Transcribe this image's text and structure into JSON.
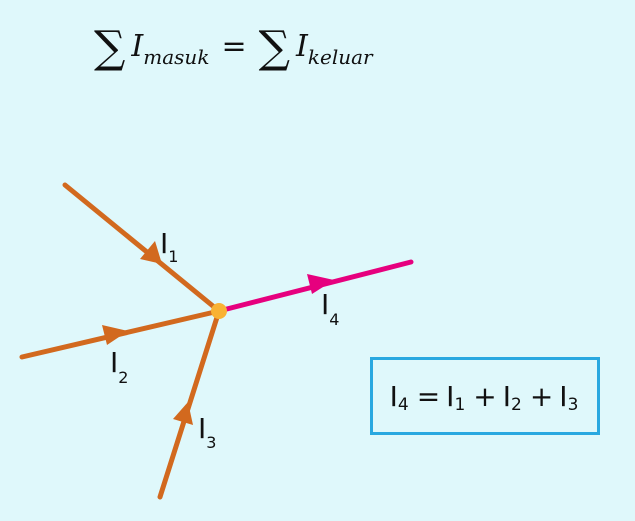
{
  "formula": {
    "sigma_left": "∑",
    "var_left": "I",
    "sub_left": "masuk",
    "equals": "=",
    "sigma_right": "∑",
    "var_right": "I",
    "sub_right": "keluar"
  },
  "diagram": {
    "colors": {
      "background": "#dff8fb",
      "incoming_wire": "#d2691e",
      "outgoing_wire": "#e6007e",
      "junction": "#f9b233",
      "box_border": "#29a8e0"
    },
    "labels": {
      "i1": {
        "main": "I",
        "sub": "1"
      },
      "i2": {
        "main": "I",
        "sub": "2"
      },
      "i3": {
        "main": "I",
        "sub": "3"
      },
      "i4": {
        "main": "I",
        "sub": "4"
      }
    }
  },
  "equation_box": {
    "lhs": "I",
    "lhs_sub": "4",
    "eq": "=",
    "t1": "I",
    "t1_sub": "1",
    "plus1": "+",
    "t2": "I",
    "t2_sub": "2",
    "plus2": "+",
    "t3": "I",
    "t3_sub": "3"
  }
}
